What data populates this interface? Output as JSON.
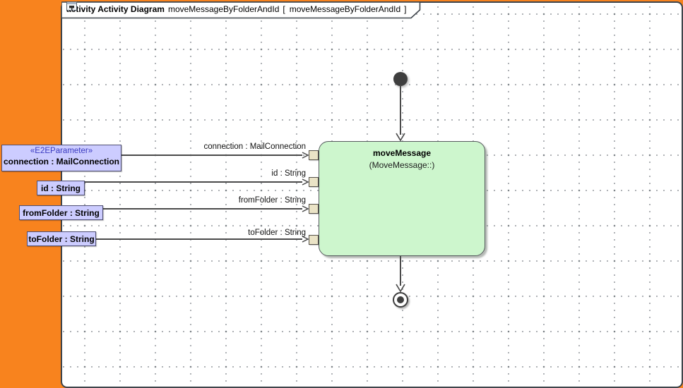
{
  "frame": {
    "kind_label": "activity Activity Diagram",
    "diagram_name": "moveMessageByFolderAndId",
    "bracket_open": "[",
    "context_name": "moveMessageByFolderAndId",
    "bracket_close": "]",
    "icon": "activity-diagram-icon"
  },
  "action_node": {
    "title": "moveMessage",
    "subtitle": "(MoveMessage::)"
  },
  "parameters": [
    {
      "stereotype": "«E2EParameter»",
      "label": "connection : MailConnection",
      "flow_label": "connection : MailConnection"
    },
    {
      "label": "id : String",
      "flow_label": "id : String"
    },
    {
      "label": "fromFolder : String",
      "flow_label": "fromFolder : String"
    },
    {
      "label": "toFolder : String",
      "flow_label": "toFolder : String"
    }
  ],
  "nodes": {
    "initial": "initial-node",
    "final": "activity-final-node"
  },
  "colors": {
    "app_background": "#F8831E",
    "canvas_background": "#FFFFFF",
    "frame_border": "#3F454B",
    "action_fill": "#CDF6CD",
    "parameter_fill": "#CCCCFF",
    "stereotype_text": "#3A3AC0",
    "pin_fill": "#EAE3C6",
    "edge": "#4A4A4A",
    "grid_dot": "#94999D"
  }
}
